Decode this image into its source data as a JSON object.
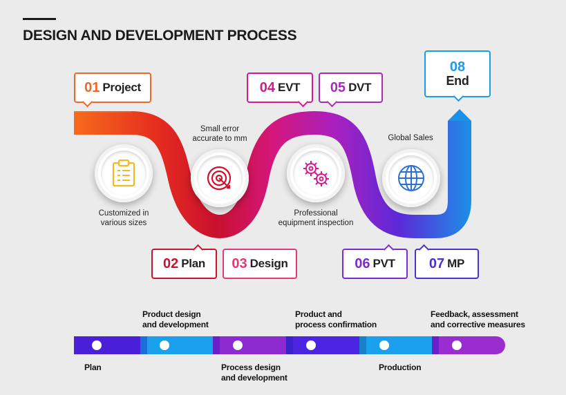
{
  "title": "DESIGN AND DEVELOPMENT PROCESS",
  "steps": [
    {
      "num": "01",
      "label": "Project",
      "color": "#f26522"
    },
    {
      "num": "02",
      "label": "Plan",
      "color": "#d0102b"
    },
    {
      "num": "03",
      "label": "Design",
      "color": "#e23a6e"
    },
    {
      "num": "04",
      "label": "EVT",
      "color": "#d6178f"
    },
    {
      "num": "05",
      "label": "DVT",
      "color": "#a82bb8"
    },
    {
      "num": "06",
      "label": "PVT",
      "color": "#7a2bd0"
    },
    {
      "num": "07",
      "label": "MP",
      "color": "#4b2fd6"
    },
    {
      "num": "08",
      "label": "End",
      "color": "#1a9be6"
    }
  ],
  "circles": [
    {
      "icon": "clipboard-icon",
      "note": "Customized in\nvarious sizes"
    },
    {
      "icon": "target-icon",
      "note": "Small error\naccurate to mm"
    },
    {
      "icon": "gears-icon",
      "note": "Professional\nequipment inspection"
    },
    {
      "icon": "globe-icon",
      "note": "Global Sales"
    }
  ],
  "timeline": {
    "top_labels": [
      "Product design\nand development",
      "Product and\nprocess confirmation",
      "Feedback, assessment\nand corrective measures"
    ],
    "bottom_labels": [
      "Plan",
      "Process design\nand development",
      "Production"
    ]
  }
}
